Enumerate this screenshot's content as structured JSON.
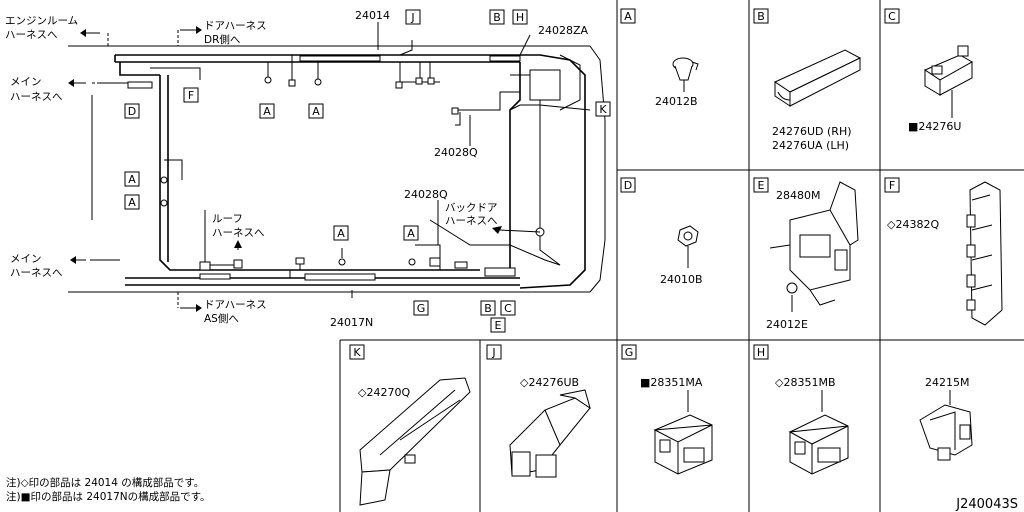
{
  "main": {
    "part_24014": "24014",
    "part_24028ZA": "24028ZA",
    "part_24028Q_a": "24028Q",
    "part_24028Q_b": "24028Q",
    "part_24017N": "24017N",
    "to_engine_room_1": "エンジンルーム",
    "to_engine_room_2": "ハーネスへ",
    "to_door_dr_1": "ドアハーネス",
    "to_door_dr_2": "DR側へ",
    "to_main_top_1": "メイン",
    "to_main_top_2": "ハーネスへ",
    "to_main_bot_1": "メイン",
    "to_main_bot_2": "ハーネスへ",
    "to_roof_1": "ルーフ",
    "to_roof_2": "ハーネスへ",
    "to_back_door_1": "バックドア",
    "to_back_door_2": "ハーネスへ",
    "to_door_as_1": "ドアハーネス",
    "to_door_as_2": "AS側へ"
  },
  "callouts": {
    "a": "A",
    "b": "B",
    "c": "C",
    "d": "D",
    "e": "E",
    "f": "F",
    "g": "G",
    "h": "H",
    "j": "J",
    "k": "K"
  },
  "panels": {
    "A": {
      "letter": "A",
      "part": "24012B"
    },
    "B": {
      "letter": "B",
      "part_rh": "24276UD (RH)",
      "part_lh": "24276UA (LH)"
    },
    "C": {
      "letter": "C",
      "part": "■24276U"
    },
    "D": {
      "letter": "D",
      "part": "24010B"
    },
    "E": {
      "letter": "E",
      "part_top": "28480M",
      "part_bottom": "24012E"
    },
    "F": {
      "letter": "F",
      "part": "◇24382Q"
    },
    "K": {
      "letter": "K",
      "part": "◇24270Q"
    },
    "J": {
      "letter": "J",
      "part": "◇24276UB"
    },
    "G": {
      "letter": "G",
      "part": "■28351MA"
    },
    "H": {
      "letter": "H",
      "part": "◇28351MB"
    },
    "M": {
      "part": "24215M"
    }
  },
  "notes": {
    "line1": "注)◇印の部品は 24014  の構成部品です。",
    "line2": "注)■印の部品は 24017Nの構成部品です。"
  },
  "diagram_id": "J240043S"
}
